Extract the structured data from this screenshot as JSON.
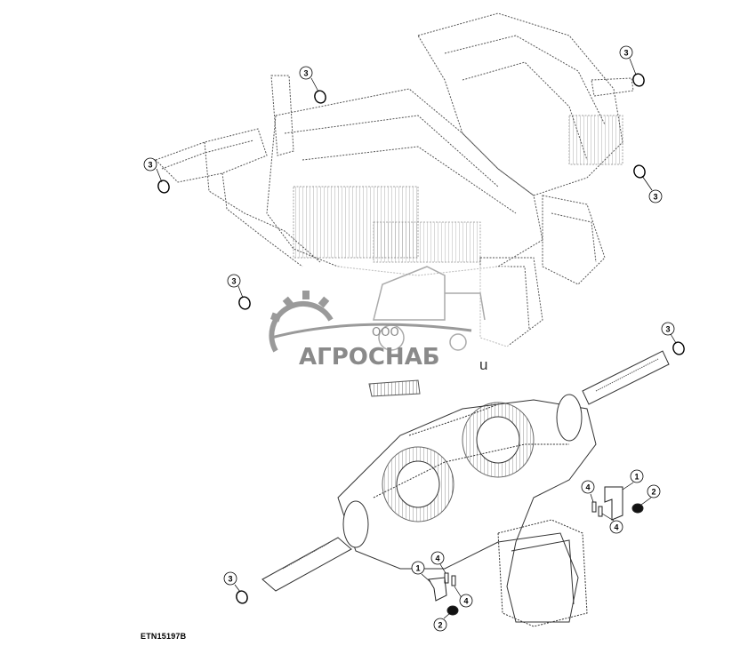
{
  "figure": {
    "id": "ETN15197B"
  },
  "watermark": {
    "company_prefix": "ООО",
    "company_name": "АГРОСНАБ",
    "suffix": "u",
    "color": "#8a8a8a"
  },
  "callouts": {
    "c1": "3",
    "c2": "3",
    "c3": "3",
    "c4": "3",
    "c5": "3",
    "c6": "3",
    "c7": "3",
    "c8": "1",
    "c9": "2",
    "c10": "4",
    "c11": "4",
    "c12": "1",
    "c13": "2",
    "c14": "4",
    "c15": "4"
  },
  "colors": {
    "line": "#2a2a2a",
    "dotted": "#555555",
    "watermark": "#9a9a9a"
  }
}
